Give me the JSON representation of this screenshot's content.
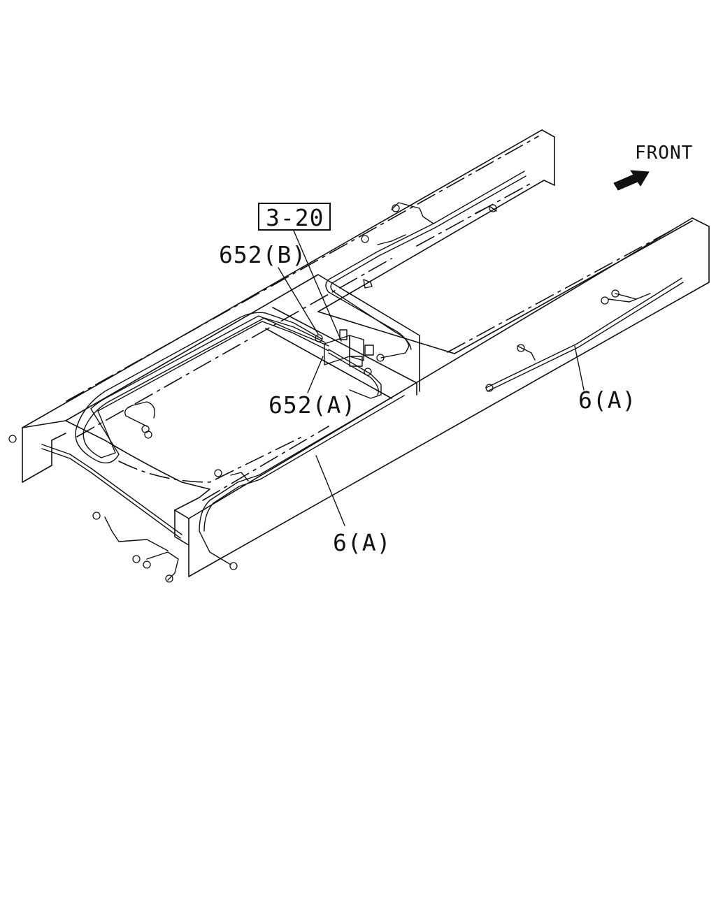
{
  "diagram": {
    "front_label": "FRONT",
    "reference_box": "3-20",
    "callouts": {
      "part_652b": "652(B)",
      "part_652a": "652(A)",
      "part_6a_right": "6(A)",
      "part_6a_center": "6(A)"
    },
    "icons": {
      "front_arrow": "arrow-front-icon"
    }
  }
}
